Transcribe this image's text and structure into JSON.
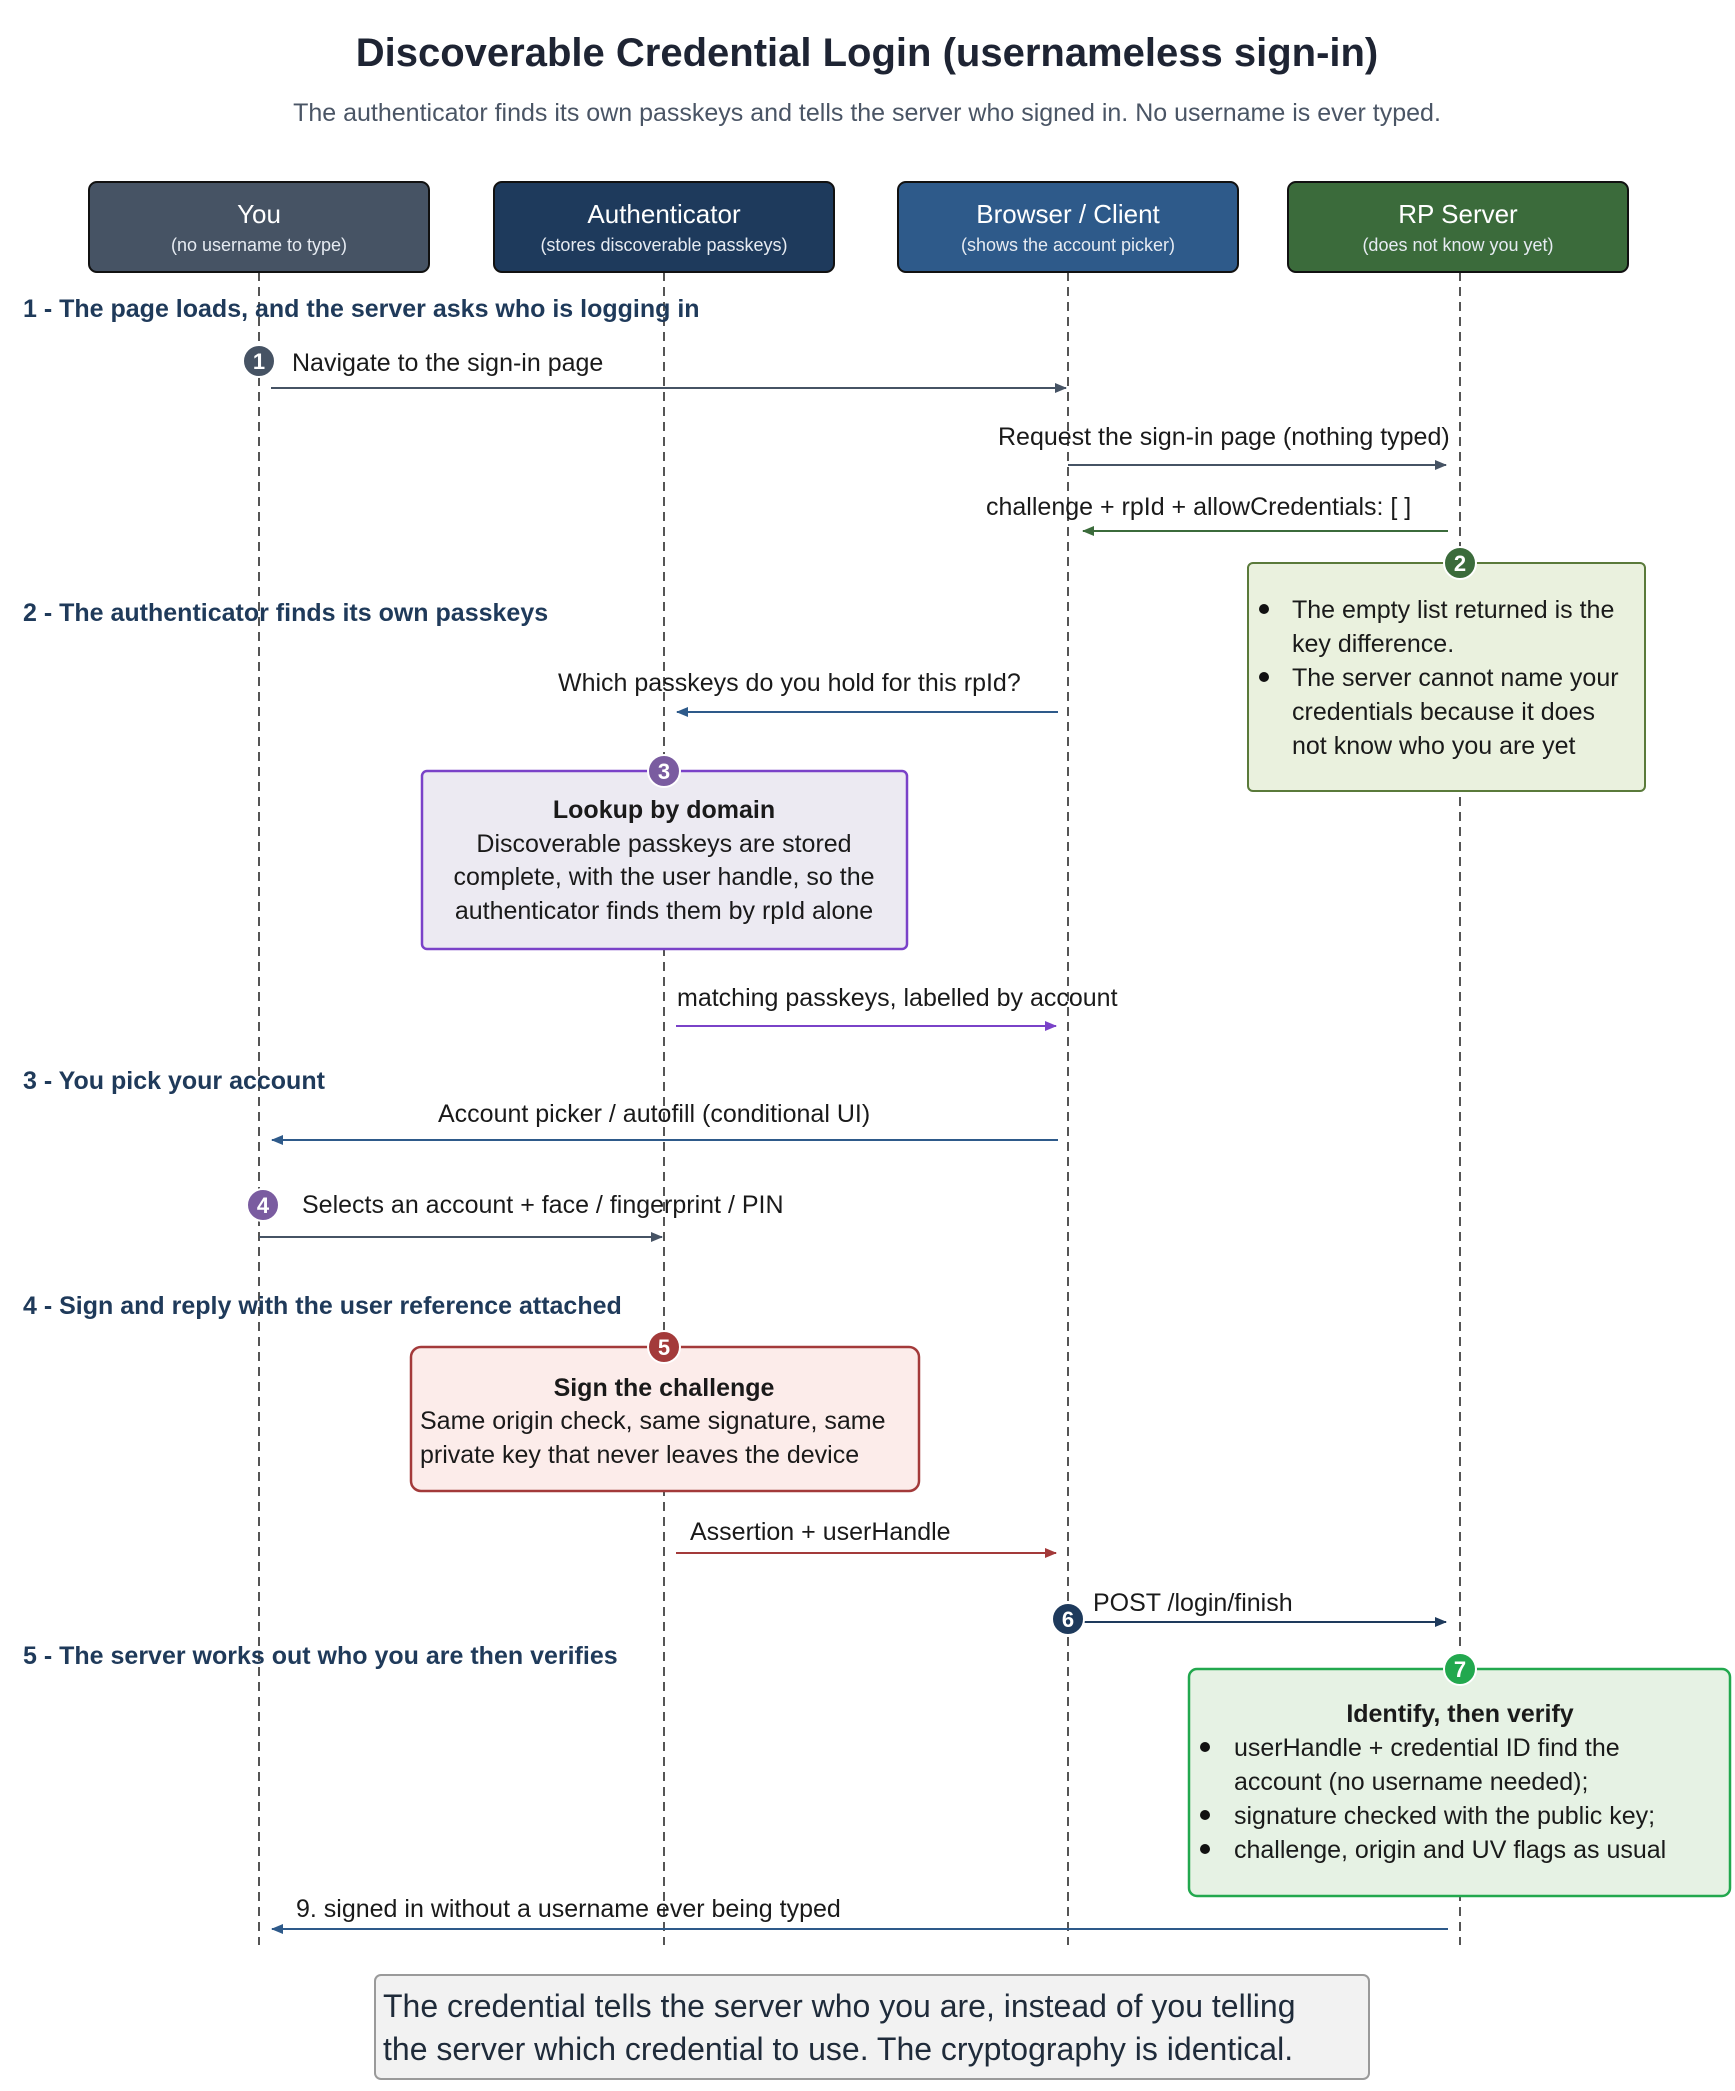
{
  "title": "Discoverable Credential Login (usernameless sign-in)",
  "subtitle": "The authenticator finds its own passkeys and tells the server who signed in. No username is ever typed.",
  "colors": {
    "you": "#465364",
    "authenticator": "#1e3a5c",
    "browser": "#2e5a8a",
    "server": "#3b6b3b",
    "lookup_border": "#7a42c8",
    "sign_border": "#a33a3a",
    "verify_border": "#22a84e"
  },
  "lifelines": [
    {
      "id": "you",
      "name": "You",
      "sub": "(no username to type)"
    },
    {
      "id": "auth",
      "name": "Authenticator",
      "sub": "(stores discoverable passkeys)"
    },
    {
      "id": "browser",
      "name": "Browser / Client",
      "sub": "(shows the account picker)"
    },
    {
      "id": "server",
      "name": "RP Server",
      "sub": "(does not know you yet)"
    }
  ],
  "sections": [
    "1 - The page loads, and the server asks who is logging in",
    "2 - The authenticator finds its own passkeys",
    "3 - You pick your account",
    "4 - Sign and reply with the user reference attached",
    "5 - The server works out who you are then verifies"
  ],
  "messages": [
    {
      "from": "you",
      "to": "browser",
      "label": "Navigate to the sign-in page",
      "color": "#465364"
    },
    {
      "from": "browser",
      "to": "server",
      "label": "Request the sign-in page (nothing typed)",
      "color": "#465364"
    },
    {
      "from": "server",
      "to": "browser",
      "label": "challenge + rpId + allowCredentials: [ ]",
      "color": "#3b6b3b"
    },
    {
      "from": "browser",
      "to": "auth",
      "label": "Which passkeys do you hold for this rpId?",
      "color": "#2e5a8a"
    },
    {
      "from": "auth",
      "to": "browser",
      "label": "matching passkeys, labelled by account",
      "color": "#7a42c8"
    },
    {
      "from": "browser",
      "to": "you",
      "label": "Account picker / autofill (conditional UI)",
      "color": "#2e5a8a"
    },
    {
      "from": "you",
      "to": "auth",
      "label": "Selects an account + face / fingerprint / PIN",
      "color": "#465364"
    },
    {
      "from": "auth",
      "to": "browser",
      "label": "Assertion + userHandle",
      "color": "#a33a3a"
    },
    {
      "from": "browser",
      "to": "server",
      "label": "POST /login/finish",
      "color": "#1e3a5c"
    },
    {
      "from": "server",
      "to": "you",
      "label": "9. signed in without a username ever being typed",
      "color": "#2e5a8a"
    }
  ],
  "badges": [
    "1",
    "2",
    "3",
    "4",
    "5",
    "6",
    "7"
  ],
  "notes": {
    "empty_list": {
      "bullets": [
        [
          "The empty list returned is the",
          "key difference."
        ],
        [
          "The server cannot name your",
          "credentials because it does",
          "not know who you are yet"
        ]
      ]
    },
    "lookup": {
      "title": "Lookup by domain",
      "lines": [
        "Discoverable passkeys are stored",
        "complete, with the user handle, so the",
        "authenticator finds them by rpId alone"
      ]
    },
    "sign": {
      "title": "Sign the challenge",
      "lines": [
        "Same origin check, same signature, same",
        "private key that never leaves the device"
      ]
    },
    "verify": {
      "title": "Identify, then verify",
      "bullets": [
        [
          "userHandle + credential ID find the",
          "account (no username needed);"
        ],
        [
          "signature checked with the public key;"
        ],
        [
          "challenge, origin and UV flags as usual"
        ]
      ]
    }
  },
  "callout": {
    "lines": [
      "The credential tells the server who you are, instead of you telling",
      "the server which credential to use. The cryptography is identical."
    ]
  }
}
